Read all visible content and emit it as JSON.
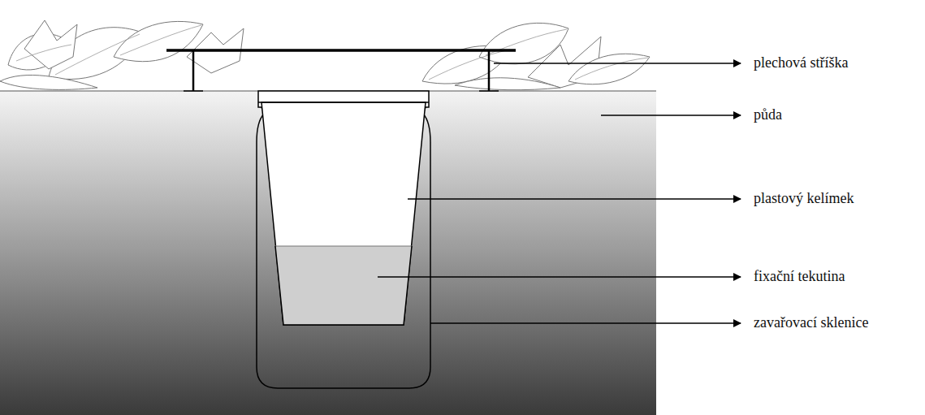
{
  "diagram": {
    "labels": [
      "plechová stříška",
      "půda",
      "plastový kelímek",
      "fixační tekutina",
      "zavařovací sklenice"
    ]
  }
}
